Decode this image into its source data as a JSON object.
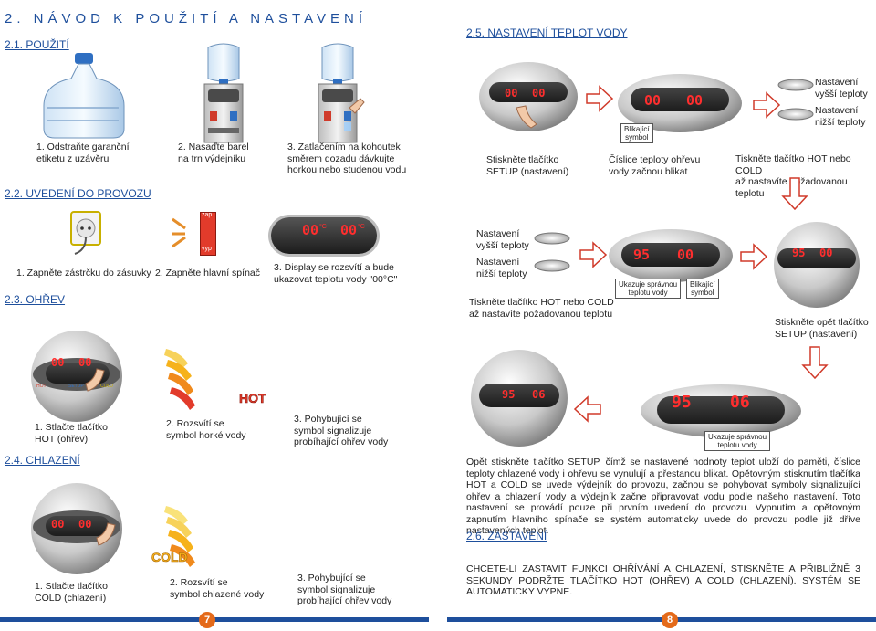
{
  "left": {
    "title": "2. NÁVOD K POUŽITÍ A NASTAVENÍ",
    "s21": "2.1. POUŽITÍ",
    "s21_steps": [
      "1. Odstraňte garanční\netiketu z uzávěru",
      "2. Nasaďte barel\nna trn výdejníku",
      "3. Zatlačením na kohoutek\nsměrem dozadu dávkujte\nhorkou nebo studenou vodu"
    ],
    "s22": "2.2. UVEDENÍ DO PROVOZU",
    "s22_steps": [
      "1. Zapněte zástrčku do zásuvky",
      "2. Zapněte hlavní spínač",
      "3. Display se rozsvítí a bude\nukazovat teplotu vody \"00°C\""
    ],
    "switch_on": "zap",
    "switch_off": "vyp",
    "s23": "2.3. OHŘEV",
    "s23_steps": [
      "1. Stlačte tlačítko\nHOT (ohřev)",
      "2. Rozsvítí se\nsymbol horké vody",
      "3. Pohybující se\nsymbol signalizuje\nprobíhající ohřev vody"
    ],
    "hot_word": "HOT",
    "s24": "2.4. CHLAZENÍ",
    "s24_steps": [
      "1. Stlačte tlačítko\nCOLD (chlazení)",
      "2. Rozsvítí se\nsymbol chlazené vody",
      "3. Pohybující se\nsymbol signalizuje\nprobíhající ohřev vody"
    ],
    "cold_word": "COLD",
    "page": "7"
  },
  "right": {
    "s25": "2.5. NASTAVENÍ TEPLOT VODY",
    "higher": "Nastavení\nvyšší teploty",
    "lower": "Nastavení\nnižší teploty",
    "blink_sym": "Blikající\nsymbol",
    "step_a": "Stiskněte tlačítko\nSETUP (nastavení)",
    "step_b": "Číslice teploty ohřevu\nvody začnou blikat",
    "step_c": "Tiskněte tlačítko HOT nebo COLD\naž nastavíte požadovanou teplotu",
    "step_c2": "Tiskněte tlačítko HOT nebo COLD\naž nastavíte požadovanou teplotu",
    "shows_temp": "Ukazuje správnou\nteplotu vody",
    "step_d": "Stiskněte opět tlačítko\nSETUP (nastavení)",
    "para": "Opět stiskněte tlačítko SETUP, čímž se nastavené hodnoty teplot uloží do paměti, číslice teploty chlazené vody i ohřevu se vynulují a přestanou blikat. Opětovným stisknutím tlačítka HOT a COLD se uvede výdejník do provozu, začnou se pohybovat symboly signalizující ohřev a chlazení vody a výdejník začne připravovat vodu podle našeho nastavení. Toto nastavení se provádí pouze při prvním uvedení do provozu. Vypnutím a opětovným zapnutím hlavního spínače se systém automaticky uvede do provozu podle již dříve nastavených teplot.",
    "s26": "2.6. ZASTAVENÍ",
    "stop": "CHCETE-LI ZASTAVIT FUNKCI OHŘÍVÁNÍ A CHLAZENÍ, STISKNĚTE A PŘIBLIŽNĚ 3 SEKUNDY PODRŽTE TLAČÍTKO HOT (OHŘEV) A COLD (CHLAZENÍ). SYSTÉM SE AUTOMATICKY VYPNE.",
    "page": "8"
  },
  "display": {
    "zero": "00",
    "unit": "°C",
    "t95": "95",
    "t06": "06",
    "btn_hot": "HOT",
    "btn_setup": "SETUP",
    "btn_cold": "COLD"
  },
  "colors": {
    "accent": "#1e4f9c",
    "page_badge": "#e46a1a",
    "hot": "#e23b2b",
    "cold": "#f6b21b",
    "digit": "#ff2e2e"
  }
}
